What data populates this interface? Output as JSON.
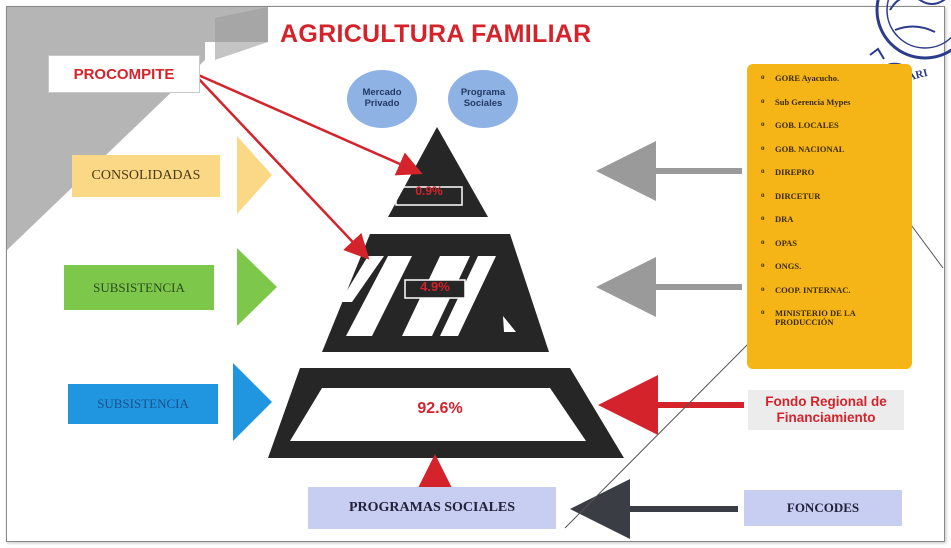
{
  "title": "AGRICULTURA FAMILIAR",
  "left_labels": {
    "procompite": "PROCOMPITE",
    "consolidadas": "CONSOLIDADAS",
    "subsistencia_1": "SUBSISTENCIA",
    "subsistencia_2": "SUBSISTENCIA"
  },
  "bubbles": {
    "mercado": "Mercado Privado",
    "programa": "Programa Sociales"
  },
  "pyramid": {
    "top_pct": "0.9%",
    "middle_pct": "4.9%",
    "bottom_pct": "92.6%"
  },
  "orange_panel": {
    "bullet": "o",
    "items": [
      "GORE Ayacucho.",
      "Sub Gerencia Mypes",
      "GOB. LOCALES",
      "GOB. NACIONAL",
      "DIREPRO",
      "DIRCETUR",
      "DRA",
      "OPAS",
      "ONGS.",
      "COOP. INTERNAC.",
      "MINISTERIO DE LA PRODUCCIÓN"
    ]
  },
  "fondo": "Fondo Regional de Financiamiento",
  "programas_sociales": "PROGRAMAS SOCIALES",
  "foncodes": "FONCODES",
  "stamp_text": "NOTARI",
  "colors": {
    "accent_red": "#d4232b",
    "dark": "#262626",
    "orange": "#f5b517",
    "yellow": "#fbd886",
    "green": "#7dc84b",
    "blue": "#2196e0",
    "lavender": "#c8cdf2",
    "bubble": "#8db2e3",
    "gray_arrow": "#9a9a9a"
  }
}
